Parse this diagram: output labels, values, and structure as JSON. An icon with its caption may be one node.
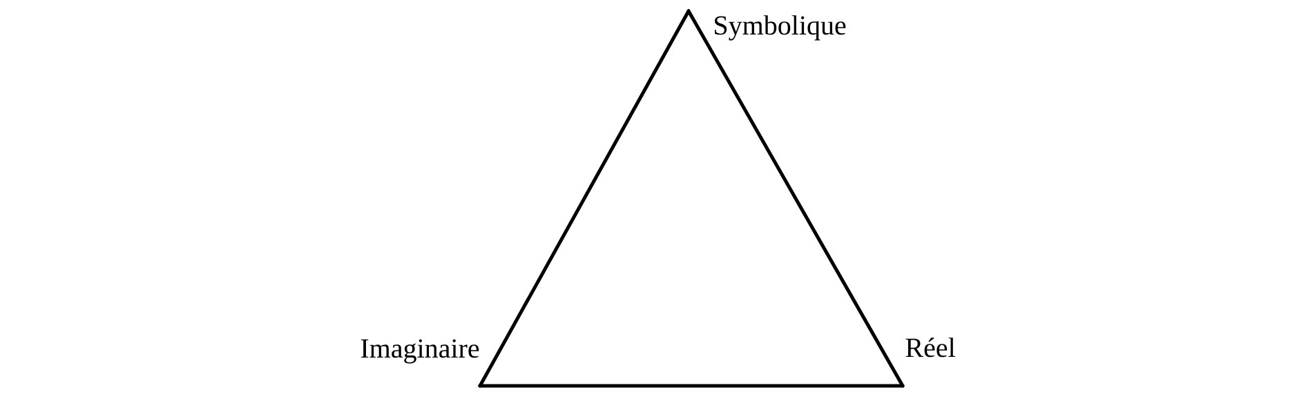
{
  "diagram": {
    "nodes": [
      {
        "text": [
          "Symbolique"
        ]
      },
      {
        "text": [
          "Imaginaire"
        ]
      },
      {
        "text": [
          "Réel"
        ]
      }
    ],
    "edges": [
      {
        "from": 0,
        "to": 1,
        "arrow": "none"
      },
      {
        "from": 1,
        "to": 2,
        "arrow": "none"
      },
      {
        "from": 2,
        "to": 0,
        "arrow": "none"
      }
    ]
  }
}
